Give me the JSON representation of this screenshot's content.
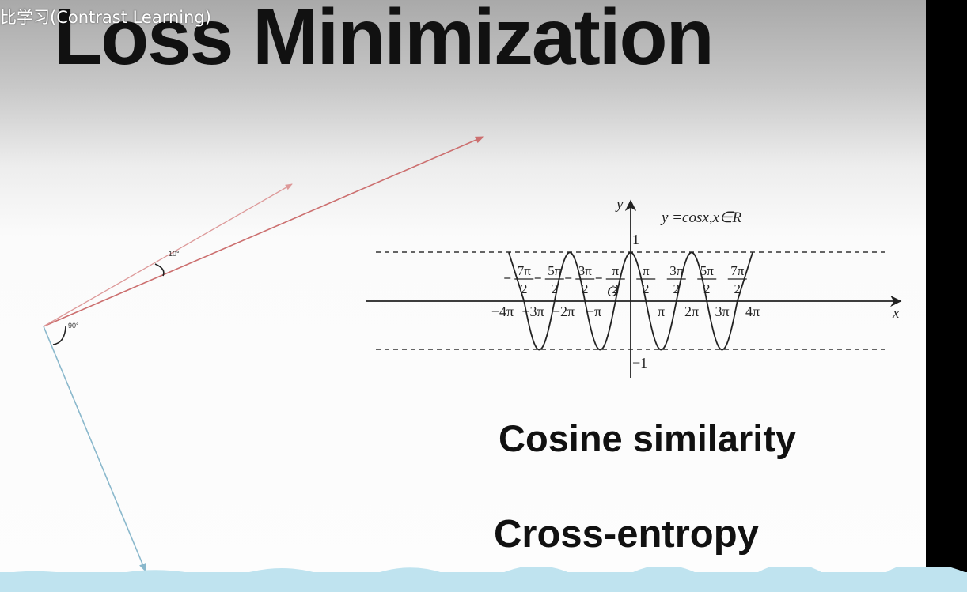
{
  "video_caption": "比学习(Contrast Learning)",
  "title": "Loss Minimization",
  "vector_diagram": {
    "angle_small": "10°",
    "angle_right": "90°"
  },
  "cos_graph": {
    "equation": "y =cosx,x∈R",
    "y_axis": "y",
    "x_axis": "x",
    "origin": "O",
    "y_tick_top": "1",
    "y_tick_bottom": "−1",
    "fractions_neg": [
      {
        "num": "7π",
        "den": "2"
      },
      {
        "num": "5π",
        "den": "2"
      },
      {
        "num": "3π",
        "den": "2"
      },
      {
        "num": "π",
        "den": "2"
      }
    ],
    "fractions_pos": [
      {
        "num": "π",
        "den": "2"
      },
      {
        "num": "3π",
        "den": "2"
      },
      {
        "num": "5π",
        "den": "2"
      },
      {
        "num": "7π",
        "den": "2"
      }
    ],
    "multiples": [
      "−4π",
      "−3π",
      "−2π",
      "−π",
      "π",
      "2π",
      "3π",
      "4π"
    ]
  },
  "subtitles": {
    "cosine": "Cosine similarity",
    "cross_entropy": "Cross-entropy"
  },
  "colors": {
    "red_vector": "#cc6f6f",
    "red_vector_light": "#dd9999",
    "blue_vector": "#8ab8cc",
    "bottom_strip": "#bfe3ef",
    "sidebar": "#000000"
  }
}
